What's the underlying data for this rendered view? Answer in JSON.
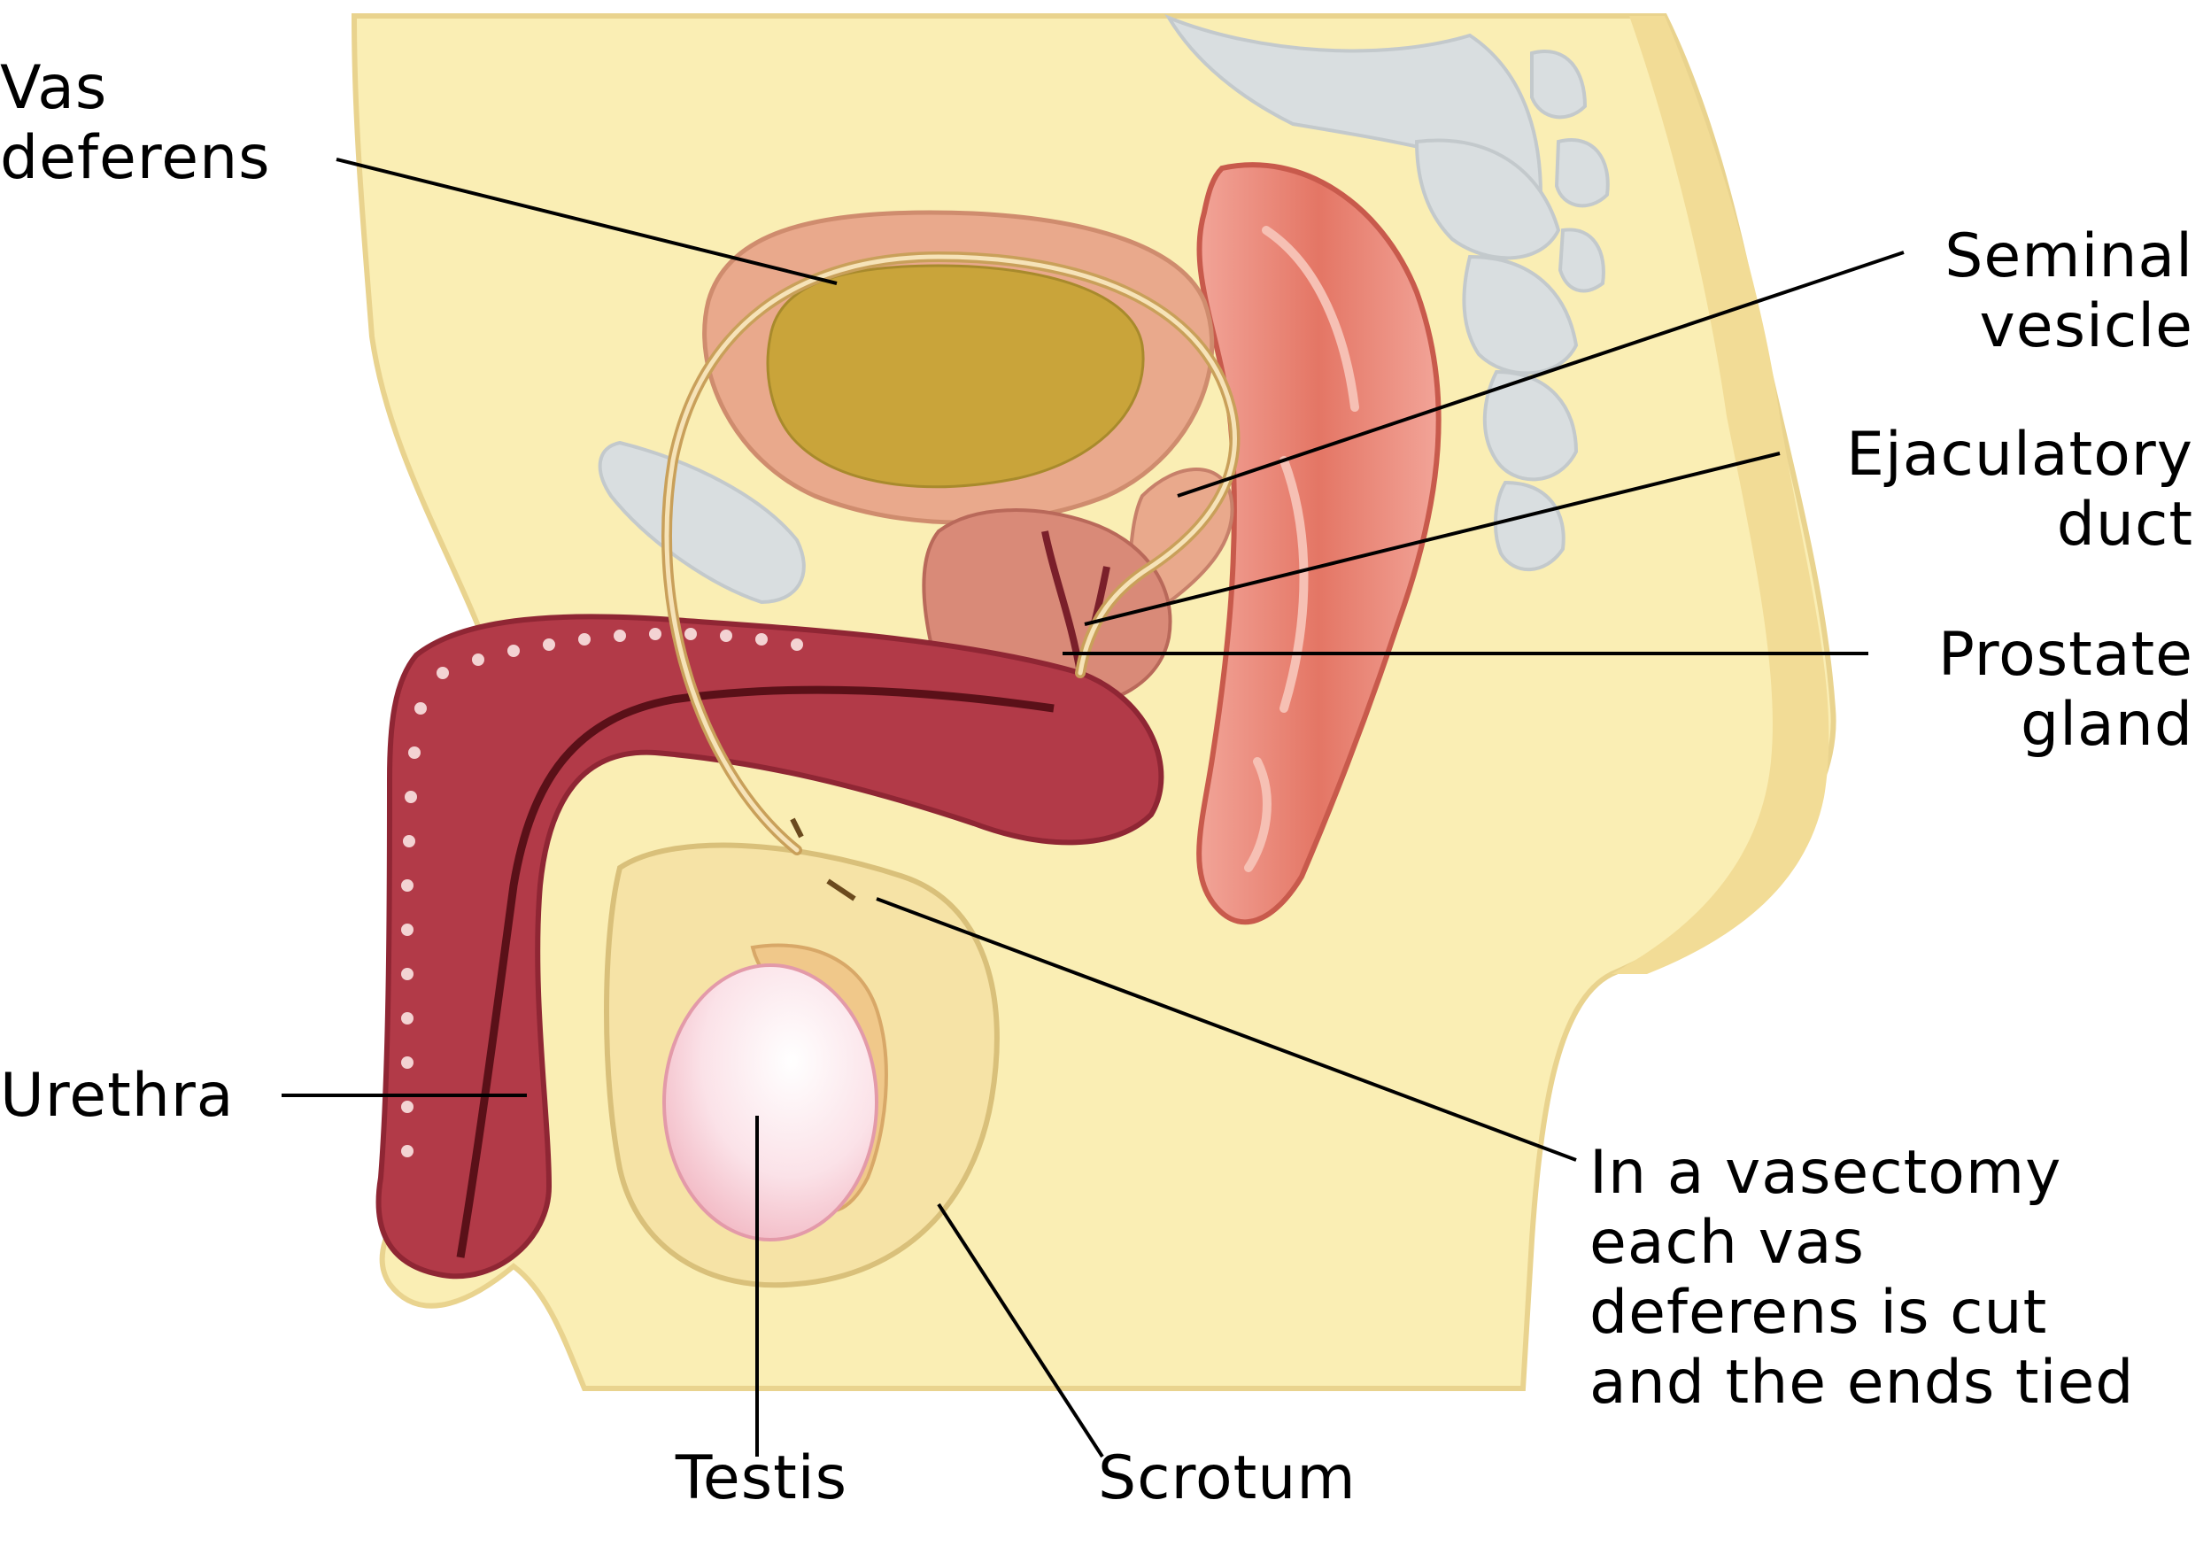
{
  "diagram": {
    "labels": {
      "vas_deferens": [
        "Vas",
        "deferens"
      ],
      "seminal_vesicle": [
        "Seminal",
        "vesicle"
      ],
      "ejaculatory_duct": [
        "Ejaculatory",
        "duct"
      ],
      "prostate_gland": [
        "Prostate",
        "gland"
      ],
      "urethra": [
        "Urethra"
      ],
      "vasectomy_note": [
        "In a vasectomy",
        "each vas",
        "deferens is cut",
        "and the ends tied"
      ],
      "testis": [
        "Testis"
      ],
      "scrotum": [
        "Scrotum"
      ]
    },
    "colors": {
      "skin": "#faeeb4",
      "skin_shadow": "#f2dc96",
      "bladder_wall": "#e9a98c",
      "urine": "#c9a43a",
      "prostate": "#d98a78",
      "rectum": "#e27a6c",
      "spine": "#d9dee0",
      "penis_tissue": "#b23a48",
      "testis": "#fbe0e6",
      "leader_line": "#000000"
    }
  }
}
